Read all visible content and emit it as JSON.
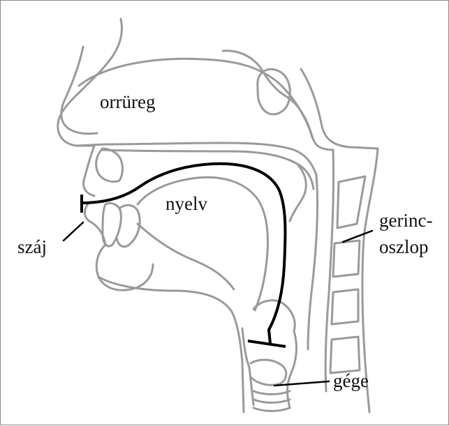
{
  "labels": {
    "nasal_cavity": "orrüreg",
    "tongue": "nyelv",
    "mouth": "száj",
    "spine_line1": "gerinc-",
    "spine_line2": "oszlop",
    "larynx": "gége"
  },
  "colors": {
    "outline": "#9a9a9a",
    "tube": "#000000",
    "text": "#111111",
    "frame": "#8a8a8a"
  }
}
